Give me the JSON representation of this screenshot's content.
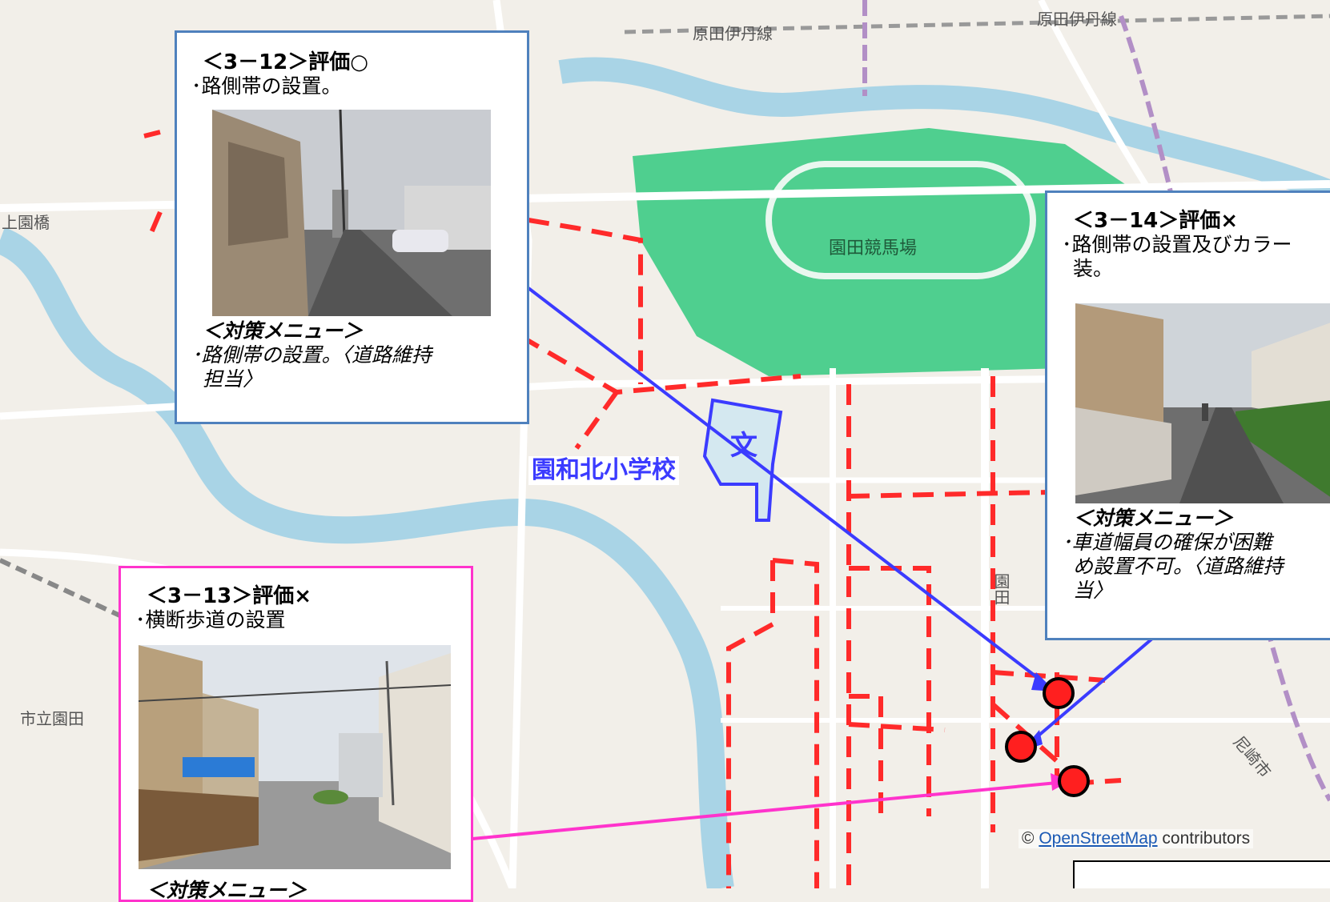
{
  "map": {
    "labels": {
      "railway_top": "原田伊丹線",
      "railway_top_right": "原田伊丹線",
      "racecourse": "園田競馬場",
      "left_bridge": "上園橋",
      "left_school": "市立園田",
      "road_right": "園田",
      "ward_right": "尼崎市"
    },
    "school": {
      "name": "園和北小学校",
      "icon_text": "文"
    },
    "credit": {
      "prefix": "© ",
      "link": "OpenStreetMap",
      "suffix": " contributors"
    },
    "colors": {
      "route_dashed": "#ff2a2a",
      "arrow_blue": "#3b3bff",
      "arrow_magenta": "#ff33cc",
      "point_fill": "#ff1f1f",
      "racecourse_green": "#4fcf8f"
    }
  },
  "callouts": {
    "c312": {
      "title": "＜3－12＞評価○",
      "measure": "･路側帯の設置。",
      "menu_heading": "＜対策メニュー＞",
      "menu_text_1": "･路側帯の設置。〈道路維持",
      "menu_text_2": "担当〉",
      "border_color": "#4f81bd"
    },
    "c313": {
      "title": "＜3－13＞評価×",
      "measure": "･横断歩道の設置",
      "menu_heading": "＜対策メニュー＞",
      "border_color": "#ff33cc"
    },
    "c314": {
      "title": "＜3－14＞評価×",
      "measure_1": "･路側帯の設置及びカラー",
      "measure_2": "装。",
      "menu_heading": "＜対策メニュー＞",
      "menu_text_1": "･車道幅員の確保が困難",
      "menu_text_2": "め設置不可。〈道路維持",
      "menu_text_3": "当〉",
      "border_color": "#4f81bd"
    }
  }
}
